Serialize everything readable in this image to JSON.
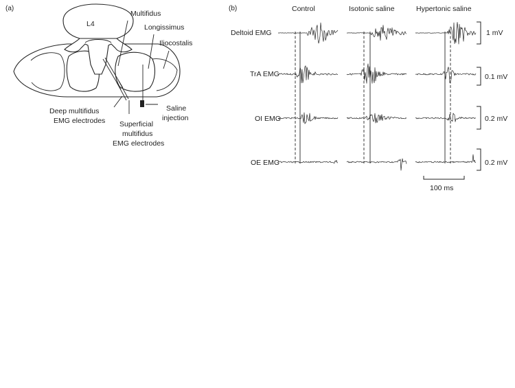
{
  "panel_a": {
    "letter": "(a)",
    "vertebra_label": "L4",
    "labels": {
      "multifidus": "Multifidus",
      "longissimus": "Longissimus",
      "iliocostalis": "Iliocostalis",
      "deep_1": "Deep multifidus",
      "deep_2": "EMG electrodes",
      "sup_1": "Superficial",
      "sup_2": "multifidus",
      "sup_3": "EMG electrodes",
      "saline_1": "Saline",
      "saline_2": "injection"
    }
  },
  "panel_b": {
    "letter": "(b)",
    "conditions": [
      "Control",
      "Isotonic saline",
      "Hypertonic saline"
    ],
    "channels": [
      {
        "name": "Deltoid EMG",
        "scale": "1 mV"
      },
      {
        "name": "TrA EMG",
        "scale": "0.1 mV"
      },
      {
        "name": "OI EMG",
        "scale": "0.2 mV"
      },
      {
        "name": "OE EMG",
        "scale": "0.2 mV"
      }
    ],
    "time_scale": "100 ms"
  }
}
